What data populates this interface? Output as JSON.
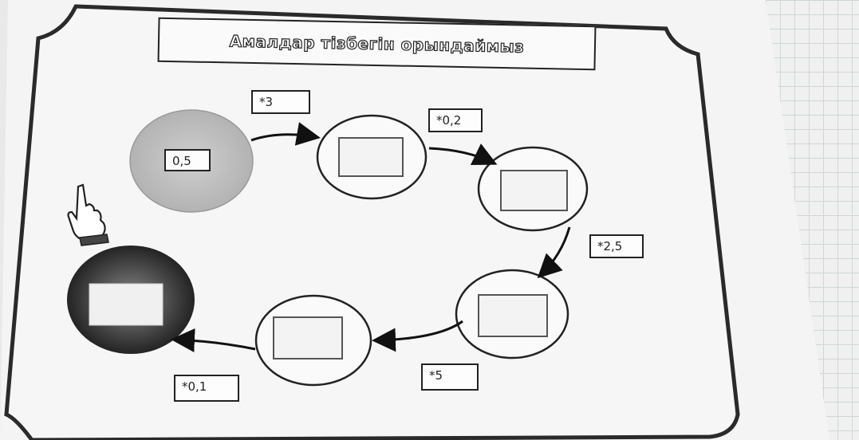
{
  "title": "Амалдар тізбегін орындаймыз",
  "start_value": "0,5",
  "operations": [
    "*3",
    "*0,2",
    "*2,5",
    "*5",
    "*0,1"
  ],
  "icons": {
    "pointer": "pointing-hand-icon"
  }
}
